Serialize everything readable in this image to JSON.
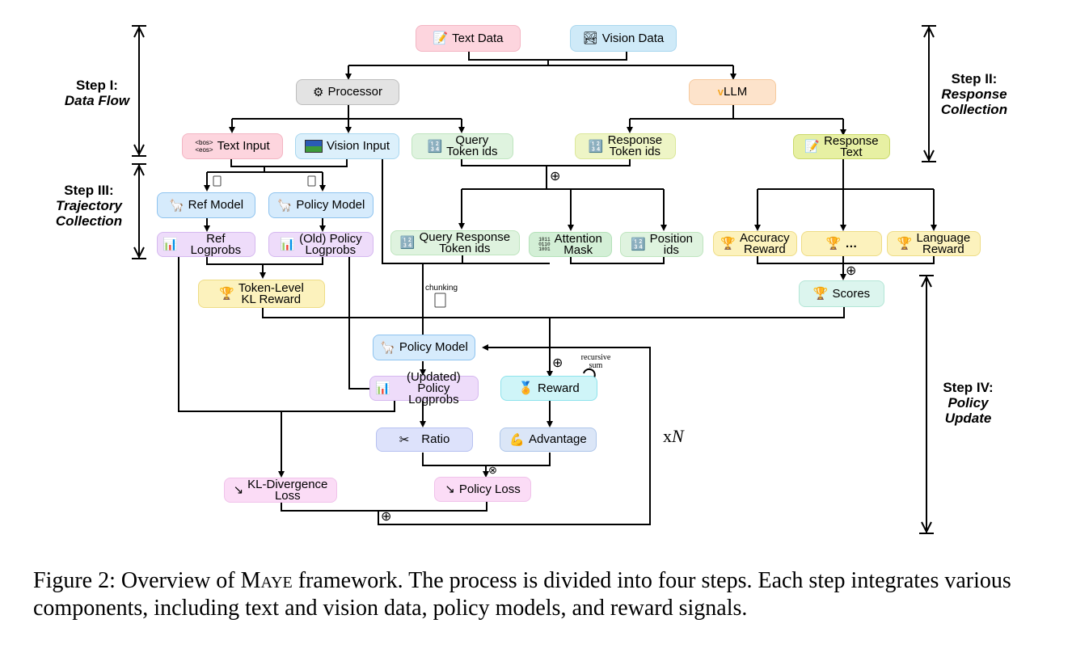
{
  "steps": {
    "step1": {
      "title": "Step I:",
      "subtitle": "Data Flow"
    },
    "step2": {
      "title": "Step II:",
      "subtitle_line1": "Response",
      "subtitle_line2": "Collection"
    },
    "step3": {
      "title": "Step III:",
      "subtitle_line1": "Trajectory",
      "subtitle_line2": "Collection"
    },
    "step4": {
      "title": "Step IV:",
      "subtitle_line1": "Policy",
      "subtitle_line2": "Update"
    }
  },
  "nodes": {
    "text_data": {
      "label": "Text Data",
      "icon": "memo-pencil-icon"
    },
    "vision_data": {
      "label": "Vision Data",
      "icon": "image-icon"
    },
    "processor": {
      "label": "Processor",
      "icon": "gear-icon"
    },
    "vllm": {
      "prefix": "v",
      "label": "LLM"
    },
    "text_input": {
      "label": "Text Input",
      "icon_line1": "<bos>",
      "icon_line2": "<eos>"
    },
    "vision_input": {
      "label": "Vision Input",
      "icon": "picture-icon"
    },
    "query_token_ids": {
      "line1": "Query",
      "line2": "Token ids",
      "icon": "number-blocks-icon"
    },
    "response_token_ids": {
      "line1": "Response",
      "line2": "Token ids",
      "icon": "number-blocks-icon"
    },
    "response_text": {
      "line1": "Response",
      "line2": "Text",
      "icon": "memo-pencil-icon"
    },
    "ref_model": {
      "label": "Ref Model",
      "icon": "llama-icon"
    },
    "policy_model_old": {
      "label": "Policy Model",
      "icon": "llama-icon"
    },
    "ref_logprobs": {
      "label": "Ref Logprobs",
      "icon": "bar-chart-icon"
    },
    "old_policy_logprobs": {
      "line1": "(Old) Policy",
      "line2": "Logprobs",
      "icon": "bar-chart-icon"
    },
    "token_level_kl_reward": {
      "line1": "Token-Level",
      "line2": "KL Reward",
      "icon": "trophy-icon"
    },
    "query_response_token_ids": {
      "line1": "Query Response",
      "line2": "Token ids",
      "icon": "number-blocks-icon"
    },
    "attention_mask": {
      "line1": "Attention",
      "line2": "Mask",
      "icon": "binary-icon"
    },
    "position_ids": {
      "line1": "Position",
      "line2": "ids",
      "icon": "number-blocks-icon"
    },
    "accuracy_reward": {
      "line1": "Accuracy",
      "line2": "Reward",
      "icon": "trophy-icon"
    },
    "ellipsis_reward": {
      "label": "…",
      "icon": "trophy-icon"
    },
    "language_reward": {
      "line1": "Language",
      "line2": "Reward",
      "icon": "trophy-icon"
    },
    "scores": {
      "label": "Scores",
      "icon": "trophy-icon"
    },
    "policy_model_update": {
      "label": "Policy Model",
      "icon": "llama-icon"
    },
    "updated_policy_logprobs": {
      "line1": "(Updated)",
      "line2": "Policy Logprobs",
      "icon": "bar-chart-icon"
    },
    "reward": {
      "label": "Reward",
      "icon": "medal-icon"
    },
    "ratio": {
      "label": "Ratio",
      "icon": "scissors-icon"
    },
    "advantage": {
      "label": "Advantage",
      "icon": "flexed-arm-icon"
    },
    "kl_divergence_loss": {
      "line1": "KL-Divergence",
      "line2": "Loss",
      "icon": "trend-down-icon"
    },
    "policy_loss": {
      "label": "Policy Loss",
      "icon": "trend-down-icon"
    }
  },
  "annotations": {
    "chunking": "chunking",
    "recursive_sum_line1": "recursive",
    "recursive_sum_line2": "sum",
    "repeat": "x",
    "repeat_var": "N",
    "oplus": "⊕",
    "otimes": "⊗"
  },
  "caption": {
    "prefix": "Figure 2: Overview of ",
    "name": "Maye",
    "text": " framework. The process is divided into four steps. Each step integrates various components, including text and vision data, policy models, and reward signals."
  }
}
